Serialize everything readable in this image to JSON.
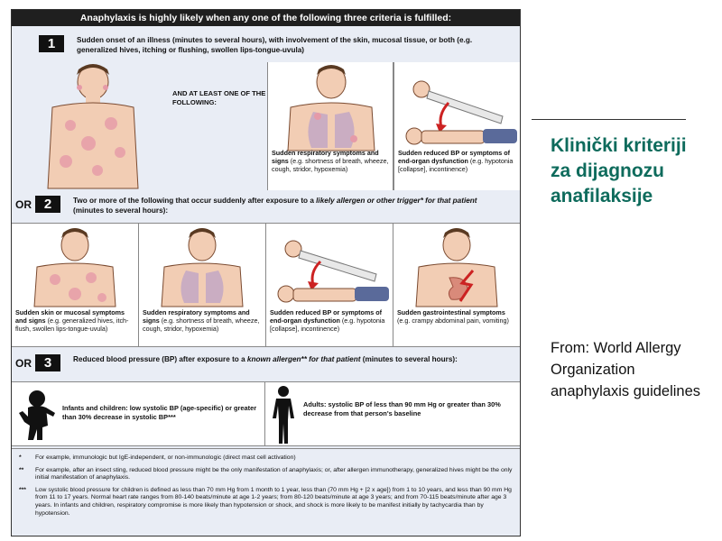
{
  "figure": {
    "header": "Anaphylaxis is highly likely when any one of the following three criteria is fulfilled:",
    "criterion1": {
      "number": "1",
      "text": "Sudden onset of an illness (minutes to several hours), with involvement of the skin, mucosal tissue, or both (e.g. generalized hives, itching or flushing, swollen lips-tongue-uvula)",
      "and_at_least": "AND AT LEAST ONE OF THE FOLLOWING:",
      "panels": [
        {
          "title": "Sudden respiratory symptoms and signs",
          "detail": "(e.g. shortness of breath, wheeze, cough, stridor, hypoxemia)"
        },
        {
          "title": "Sudden reduced BP or symptoms of end-organ dysfunction",
          "detail": "(e.g. hypotonia [collapse], incontinence)"
        }
      ]
    },
    "criterion2": {
      "or_label": "OR",
      "number": "2",
      "text_a": "Two or more of the following that occur suddenly after exposure to a ",
      "text_em": "likely allergen or other trigger* for that patient",
      "text_b": " (minutes to several hours):",
      "panels": [
        {
          "title": "Sudden skin or mucosal symptoms and signs",
          "detail": "(e.g. generalized hives, itch-flush, swollen lips-tongue-uvula)"
        },
        {
          "title": "Sudden respiratory symptoms and signs",
          "detail": "(e.g. shortness of breath, wheeze, cough, stridor, hypoxemia)"
        },
        {
          "title": "Sudden reduced BP or symptoms of end-organ dysfunction",
          "detail": "(e.g. hypotonia [collapse], incontinence)"
        },
        {
          "title": "Sudden gastrointestinal symptoms",
          "detail": "(e.g. crampy abdominal pain, vomiting)"
        }
      ]
    },
    "criterion3": {
      "or_label": "OR",
      "number": "3",
      "text_a": "Reduced blood pressure (BP) after exposure to a ",
      "text_em": "known allergen** for that patient",
      "text_b": " (minutes to several hours):",
      "infants": "Infants and children: low systolic BP (age-specific) or greater than 30% decrease in systolic BP***",
      "adults": "Adults: systolic BP of less than 90 mm Hg or greater than 30% decrease from that person's baseline"
    },
    "footnotes": [
      {
        "mark": "*",
        "text": "For example, immunologic but IgE-independent, or non-immunologic (direct mast cell activation)"
      },
      {
        "mark": "**",
        "text": "For example, after an insect sting, reduced blood pressure might be the only manifestation of anaphylaxis; or, after allergen immunotherapy, generalized hives might be the only initial manifestation of anaphylaxis."
      },
      {
        "mark": "***",
        "text": "Low systolic blood pressure for children is defined as less than 70 mm Hg from 1 month to 1 year, less than (70 mm Hg + [2 x age]) from 1 to 10 years, and less than 90 mm Hg from 11 to 17 years. Normal heart rate ranges from 80-140 beats/minute at age 1-2 years; from 80-120 beats/minute at age 3 years; and from 70-115 beats/minute after age 3 years. In infants and children, respiratory compromise is more likely than hypotension or shock, and shock is more likely to be manifest initially by tachycardia than by hypotension."
      }
    ]
  },
  "slide": {
    "title": "Klinički kriteriji za dijagnozu anafilaksije",
    "source": "From: World Allergy Organization anaphylaxis guidelines"
  },
  "colors": {
    "title": "#0e6b5c",
    "rash": "#e59aa8",
    "skin": "#f2cdb4",
    "arrow": "#cc2222"
  }
}
